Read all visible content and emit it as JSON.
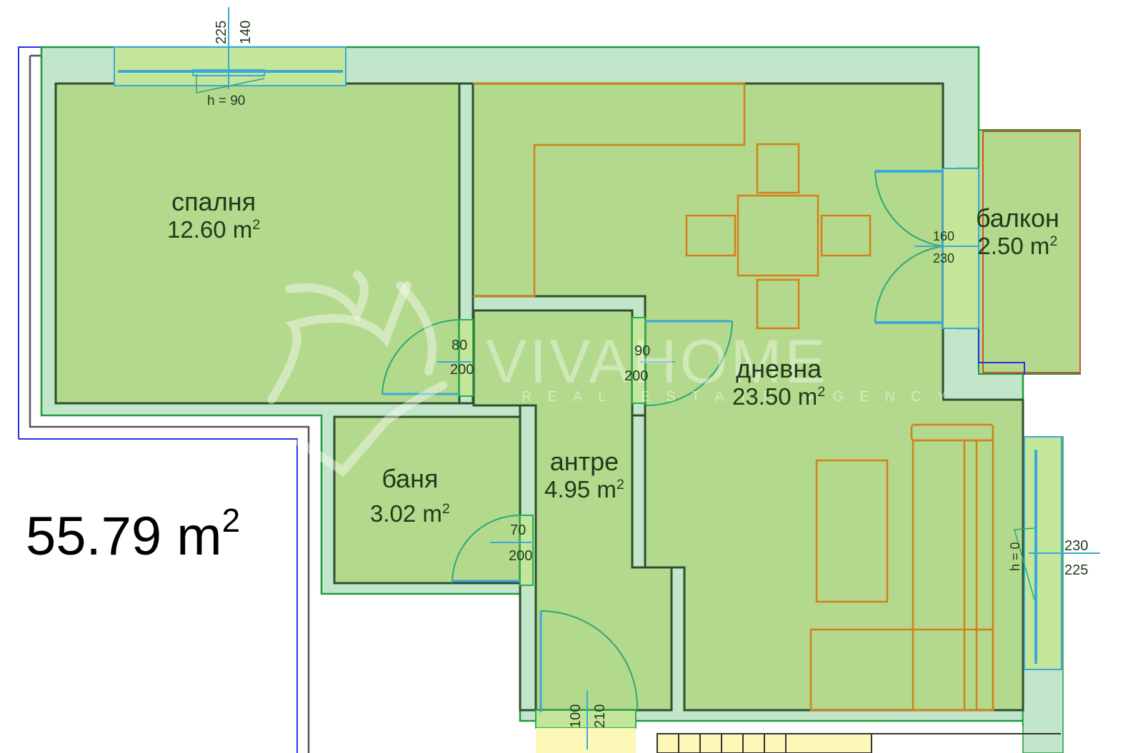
{
  "plan": {
    "total_area": "55.79 m",
    "total_area_unit_sup": "2",
    "rooms": [
      {
        "id": "bedroom",
        "name": "спалня",
        "area": "12.60 m",
        "sup": "2"
      },
      {
        "id": "living",
        "name": "дневна",
        "area": "23.50 m",
        "sup": "2"
      },
      {
        "id": "balcony",
        "name": "балкон",
        "area": "2.50 m",
        "sup": "2"
      },
      {
        "id": "bathroom",
        "name": "баня",
        "area": "3.02 m",
        "sup": "2"
      },
      {
        "id": "hallway",
        "name": "антре",
        "area": "4.95 m",
        "sup": "2"
      }
    ],
    "openings": {
      "bedroom_window": {
        "width": "140",
        "height": "225",
        "sill": "h = 90"
      },
      "bedroom_door": {
        "width": "80",
        "height": "200"
      },
      "living_door": {
        "width": "90",
        "height": "200"
      },
      "balcony_door": {
        "width": "160",
        "height": "230"
      },
      "bathroom_door": {
        "width": "70",
        "height": "200"
      },
      "entrance_door": {
        "width": "100",
        "height": "210"
      },
      "living_window": {
        "width": "225",
        "height": "230",
        "sill": "h = 0"
      }
    },
    "colors": {
      "room_fill": "#b3d98d",
      "wall_fill": "#c2e6c9",
      "wall_stroke": "#2f4f2f",
      "furniture": "#d4801a",
      "door_arc": "#2aa879",
      "opening": "#3aa8d8",
      "outline_blue": "#2b2bf0",
      "balcony_rail": "#d05030"
    }
  },
  "watermark": {
    "brand": "VIVAHOME",
    "tagline": "REAL ESTATE AGENCY"
  }
}
